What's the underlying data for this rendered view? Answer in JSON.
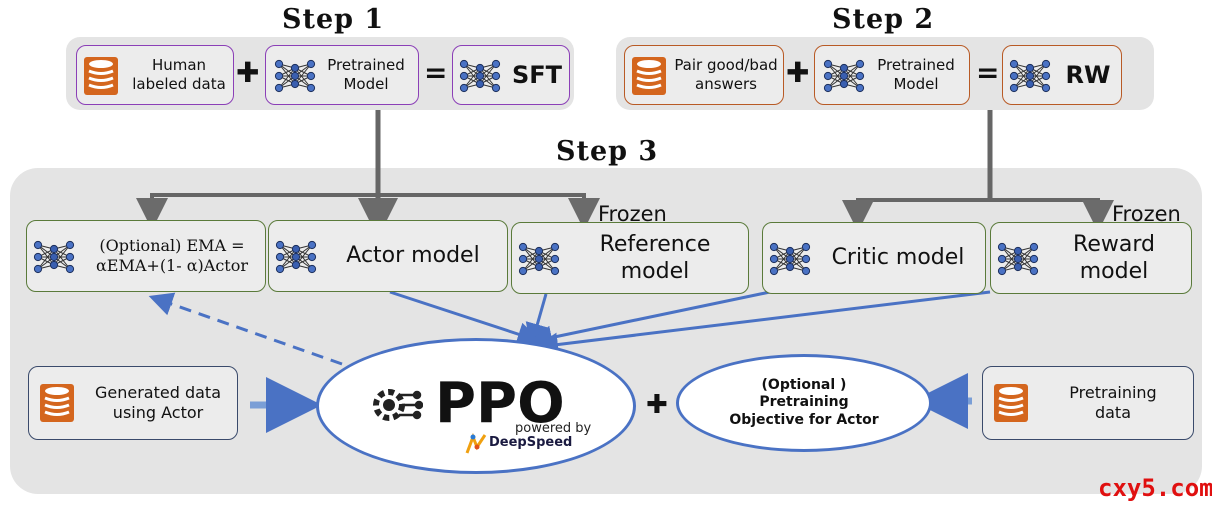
{
  "steps": {
    "step1": "Step 1",
    "step2": "Step 2",
    "step3": "Step 3"
  },
  "step1": {
    "data_box": "Human\nlabeled data",
    "model_box": "Pretrained\nModel",
    "result_box": "SFT",
    "plus": "✚",
    "equals": "="
  },
  "step2": {
    "data_box": "Pair good/bad\nanswers",
    "model_box": "Pretrained\nModel",
    "result_box": "RW",
    "plus": "✚",
    "equals": "="
  },
  "step3": {
    "ema_line1": "(Optional) EMA =",
    "ema_line2": "αEMA+(1- α)Actor",
    "actor": "Actor model",
    "reference": "Reference\nmodel",
    "critic": "Critic model",
    "reward": "Reward\nmodel",
    "frozen_1": "Frozen",
    "frozen_2": "Frozen",
    "generated": "Generated data\nusing Actor",
    "ppo": "PPO",
    "powered_by": "powered by",
    "deepspeed": "DeepSpeed",
    "plus": "✚",
    "objective": "(Optional )\nPretraining\nObjective for Actor",
    "pretraining_data": "Pretraining\ndata"
  },
  "watermark": "cxy5.com",
  "colors": {
    "purple": "#8b3fb7",
    "orange": "#b85a25",
    "green": "#5a7a3a",
    "blue_arrow": "#4a72c4",
    "grey_arrow": "#6b6b6b"
  },
  "icons": [
    "database-icon",
    "neural-network-icon",
    "gear-circuit-icon",
    "deepspeed-logo-icon"
  ]
}
